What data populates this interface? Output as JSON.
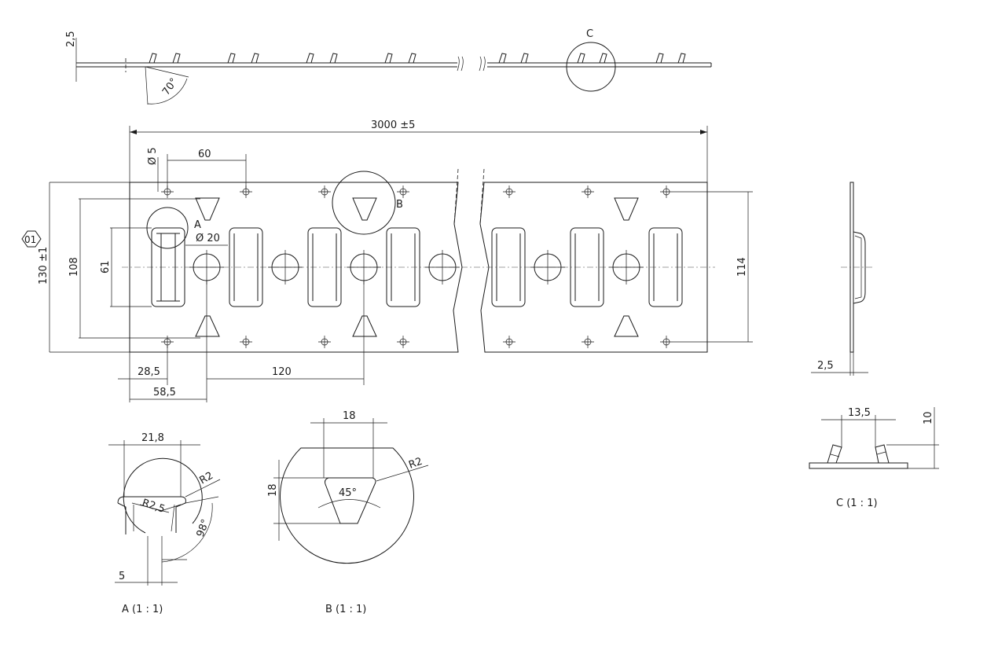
{
  "labels": {
    "thk_top": "2,5",
    "angle_top": "70°",
    "detail_c_marker": "C",
    "overall_length": "3000 ±5",
    "hole_dia": "Ø 5",
    "pitch_60": "60",
    "detail_a_marker": "A",
    "detail_b_marker": "B",
    "hole_dia_20": "Ø 20",
    "part_no": "01",
    "height_total": "130 ±1",
    "height_108": "108",
    "height_61": "61",
    "height_114": "114",
    "dim_28_5": "28,5",
    "dim_58_5": "58,5",
    "dim_120": "120",
    "thk_side": "2,5",
    "a_width": "21,8",
    "a_r2": "R2",
    "a_r2_5": "R2,5",
    "a_angle": "98°",
    "a_gap": "5",
    "a_title": "A (1 : 1)",
    "b_width": "18",
    "b_height": "18",
    "b_r2": "R2",
    "b_angle": "45°",
    "b_title": "B (1 : 1)",
    "c_width": "13,5",
    "c_height": "10",
    "c_title": "C (1 : 1)"
  },
  "colors": {
    "line": "#1a1a1a",
    "background": "#ffffff"
  }
}
